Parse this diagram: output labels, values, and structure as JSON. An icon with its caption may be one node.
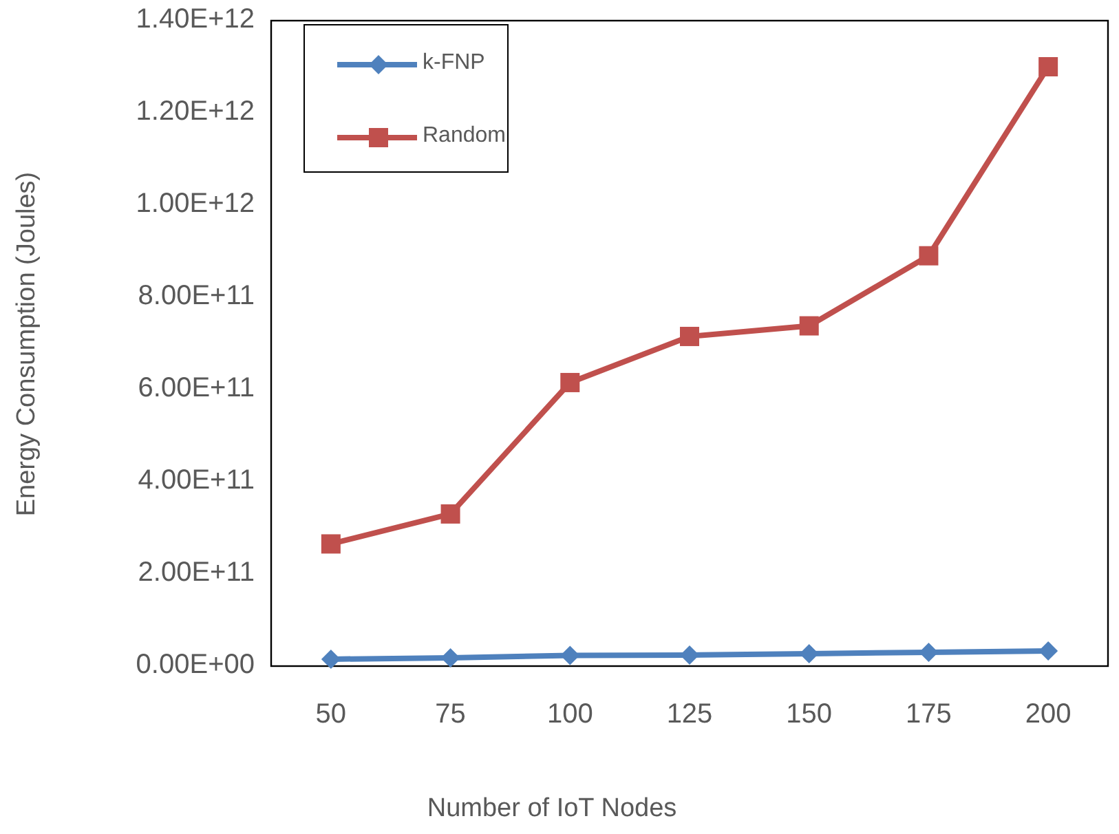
{
  "diagram": {
    "chart_data": {
      "type": "line",
      "xlabel": "Number of IoT Nodes",
      "ylabel": "Energy  Consumption (Joules)",
      "categories": [
        "50",
        "75",
        "100",
        "125",
        "150",
        "175",
        "200"
      ],
      "series": [
        {
          "name": "k-FNP",
          "color": "#4f81bd",
          "marker": "diamond",
          "values": [
            15000000000,
            18000000000,
            23000000000,
            24000000000,
            27000000000,
            30000000000,
            33000000000
          ]
        },
        {
          "name": "Random",
          "color": "#c0504d",
          "marker": "square",
          "values": [
            265000000000,
            330000000000,
            615000000000,
            715000000000,
            738000000000,
            890000000000,
            1300000000000
          ]
        }
      ],
      "legend": true,
      "ylim": [
        0,
        1400000000000
      ],
      "yticks": [
        {
          "value": 0,
          "label": "0.00E+00"
        },
        {
          "value": 200000000000,
          "label": "2.00E+11"
        },
        {
          "value": 400000000000,
          "label": "4.00E+11"
        },
        {
          "value": 600000000000,
          "label": "6.00E+11"
        },
        {
          "value": 800000000000,
          "label": "8.00E+11"
        },
        {
          "value": 1000000000000,
          "label": "1.00E+12"
        },
        {
          "value": 1200000000000,
          "label": "1.20E+12"
        },
        {
          "value": 1400000000000,
          "label": "1.40E+12"
        }
      ]
    }
  }
}
